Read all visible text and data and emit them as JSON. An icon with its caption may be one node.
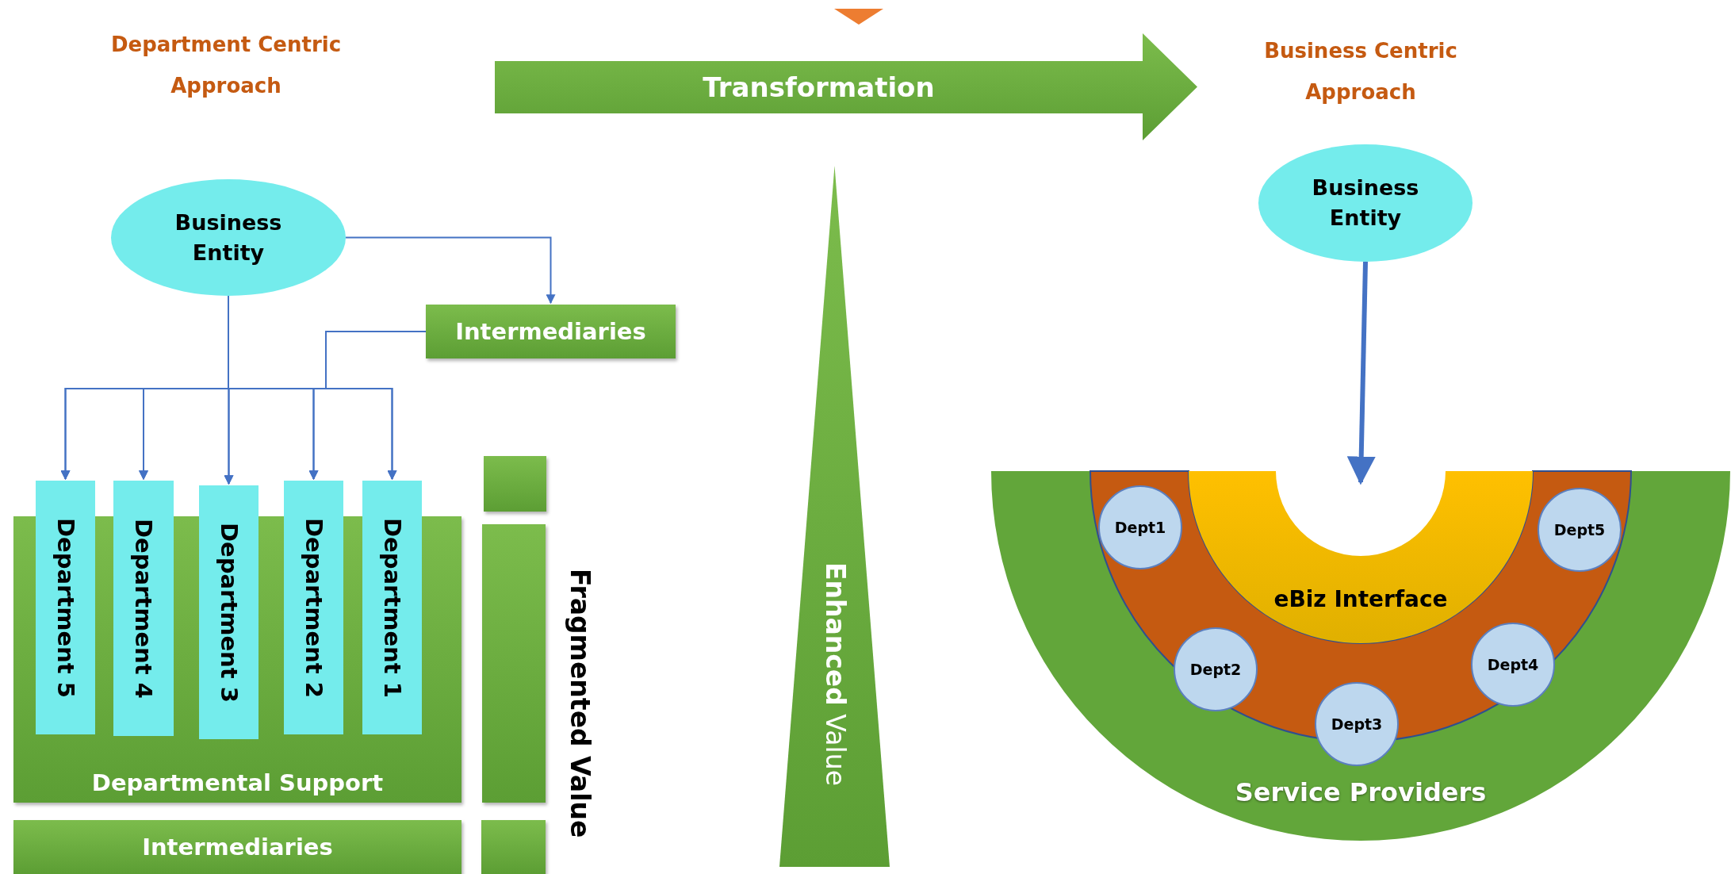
{
  "diagram": {
    "nodes": [
      {
        "text": [
          "Business Entity"
        ]
      },
      {
        "text": [
          "Intermediaries"
        ]
      },
      {
        "text": [
          "Department 5"
        ]
      },
      {
        "text": [
          "Department 4"
        ]
      },
      {
        "text": [
          "Department 3"
        ]
      },
      {
        "text": [
          "Department 2"
        ]
      },
      {
        "text": [
          "Department 1"
        ]
      },
      {
        "text": [
          "Departmental Support"
        ]
      },
      {
        "text": [],
        "shape": "box"
      },
      {
        "text": [],
        "shape": "box"
      },
      {
        "text": [
          "Intermediaries"
        ]
      },
      {
        "text": [],
        "shape": "box"
      },
      {
        "text": [
          "Transformation"
        ]
      },
      {
        "text": [
          "**Enhanced** Value"
        ]
      },
      {
        "text": [
          "Business Entity"
        ]
      },
      {
        "text": [
          "Service Providers"
        ]
      },
      {
        "text": [
          "eBiz Interface"
        ],
        "in": 15
      },
      {
        "text": [
          "Dept1"
        ],
        "in": 15
      },
      {
        "text": [
          "Dept2"
        ],
        "in": 15
      },
      {
        "text": [
          "Dept3"
        ],
        "in": 15
      },
      {
        "text": [
          "Dept4"
        ],
        "in": 15
      },
      {
        "text": [
          "Dept5"
        ],
        "in": 15
      }
    ],
    "edges": [
      {
        "from": 0,
        "to": 1,
        "arrow": "to"
      },
      {
        "from": 0,
        "to": 2,
        "arrow": "to"
      },
      {
        "from": 0,
        "to": 3,
        "arrow": "to"
      },
      {
        "from": 0,
        "to": 4,
        "arrow": "to"
      },
      {
        "from": 0,
        "to": 5,
        "arrow": "to"
      },
      {
        "from": 0,
        "to": 6,
        "arrow": "to"
      },
      {
        "from": 1,
        "to": 2,
        "arrow": "to"
      },
      {
        "from": 1,
        "to": 3,
        "arrow": "to"
      },
      {
        "from": 1,
        "to": 4,
        "arrow": "to"
      },
      {
        "from": 1,
        "to": 5,
        "arrow": "to"
      },
      {
        "from": 1,
        "to": 6,
        "arrow": "to"
      },
      {
        "from": 14,
        "to": 16,
        "arrow": "to",
        "style": "thick"
      }
    ],
    "labels": [
      "Department Centric Approach",
      "Business Centric Approach",
      "Fragmented Value"
    ]
  }
}
